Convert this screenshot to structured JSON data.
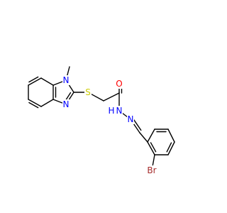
{
  "molecule": {
    "atoms": [
      {
        "id": "N1",
        "text": "N",
        "color": "#0000FF",
        "name": "n1-methyl-nitrogen-label"
      },
      {
        "id": "CH3",
        "text": "",
        "color": "#000000",
        "name": "methyl-carbon"
      },
      {
        "id": "N3",
        "text": "N",
        "color": "#0000FF",
        "name": "n3-imine-nitrogen-label"
      },
      {
        "id": "S",
        "text": "S",
        "color": "#CCCC00",
        "name": "thioether-sulfur-label"
      },
      {
        "id": "O",
        "text": "O",
        "color": "#FF0000",
        "name": "carbonyl-oxygen-label"
      },
      {
        "id": "NH",
        "text": "N",
        "color": "#0000FF",
        "name": "amide-nitrogen-label"
      },
      {
        "id": "H",
        "text": "H",
        "color": "#0000FF",
        "name": "amide-hydrogen-label"
      },
      {
        "id": "N2",
        "text": "N",
        "color": "#0000FF",
        "name": "hydrazone-nitrogen-label"
      },
      {
        "id": "Br",
        "text": "Br",
        "color": "#A52A2A",
        "name": "bromine-label"
      }
    ]
  }
}
